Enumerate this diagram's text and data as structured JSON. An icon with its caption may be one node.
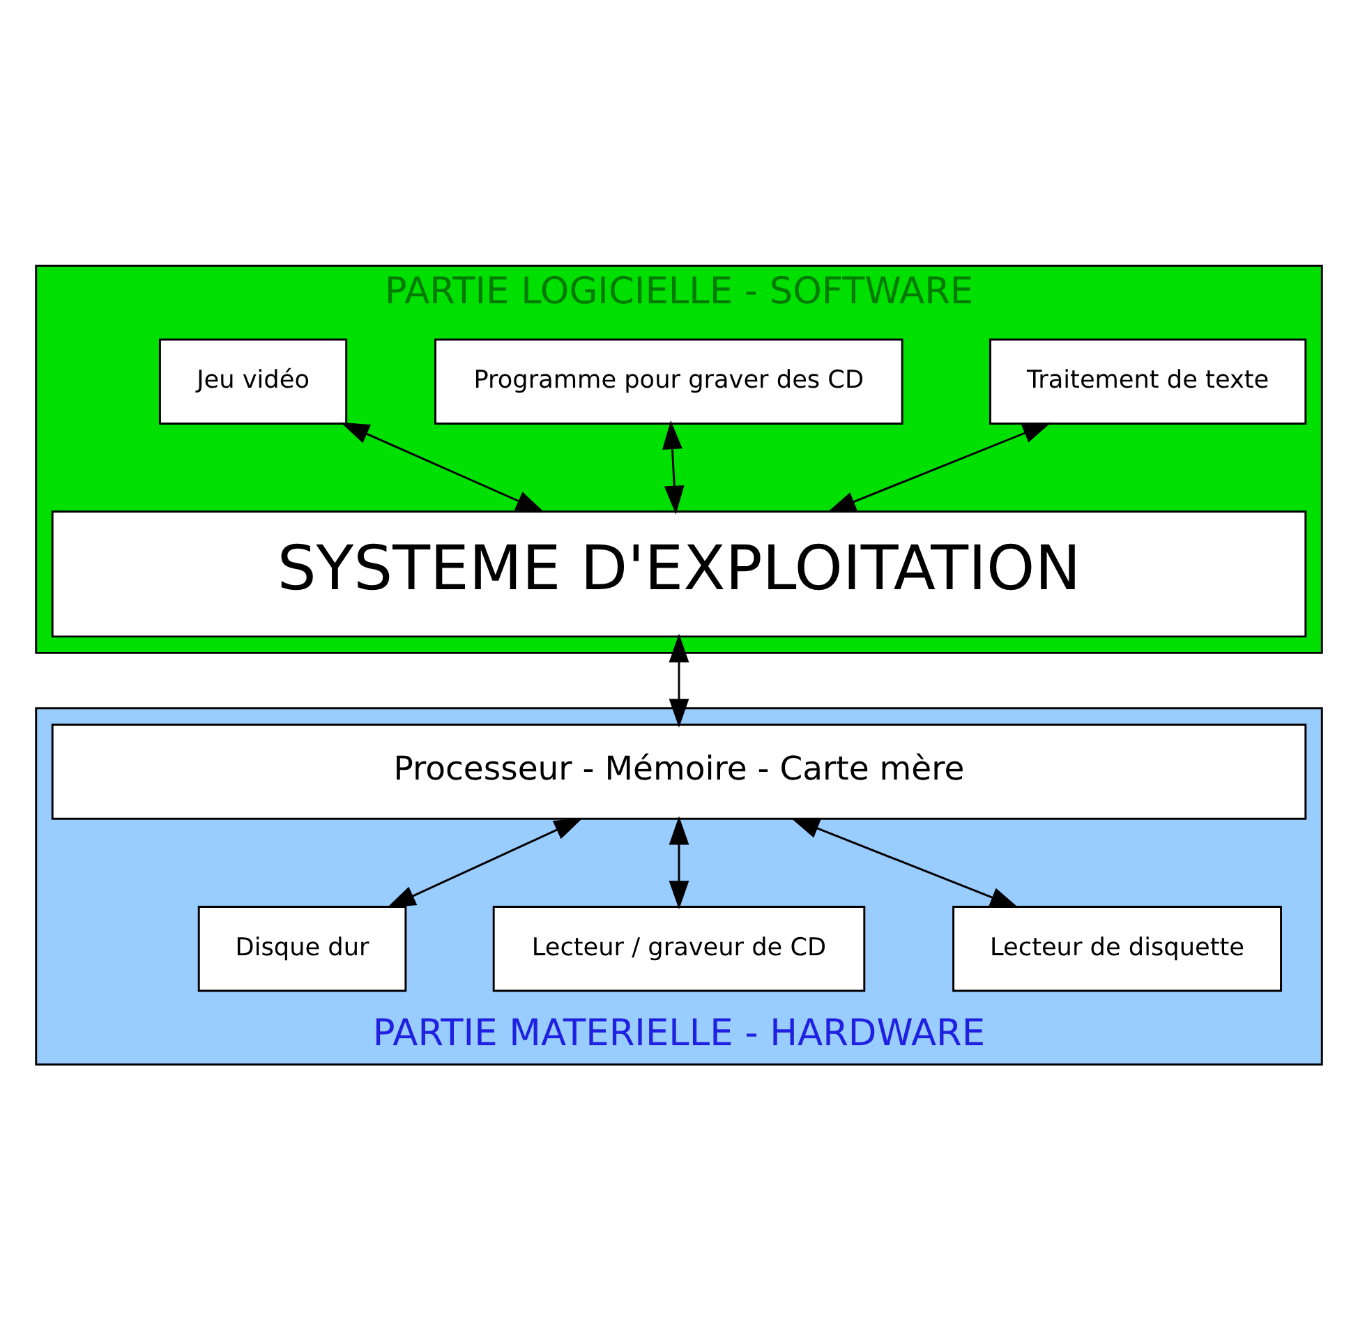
{
  "diagram": {
    "nodes": [
      {
        "text": [
          "PARTIE LOGICIELLE - SOFTWARE"
        ]
      },
      {
        "text": [
          "Traitement de texte"
        ],
        "in": 0
      },
      {
        "text": [
          "Programme pour graver des CD"
        ],
        "in": 0
      },
      {
        "text": [
          "Jeu vidéo"
        ],
        "in": 0
      },
      {
        "text": [
          "SYSTEME D'EXPLOITATION"
        ],
        "in": 0
      },
      {
        "text": [
          "PARTIE MATERIELLE - HARDWARE"
        ]
      },
      {
        "text": [
          "Processeur - Mémoire - Carte mère"
        ],
        "in": 5
      },
      {
        "text": [
          "Disque dur"
        ],
        "in": 5
      },
      {
        "text": [
          "Lecteur / graveur de CD"
        ],
        "in": 5
      },
      {
        "text": [
          "Lecteur de disquette"
        ],
        "in": 5
      }
    ],
    "edges": [
      {
        "from": 1,
        "to": 4,
        "arrow": "both"
      },
      {
        "from": 2,
        "to": 4,
        "arrow": "both"
      },
      {
        "from": 3,
        "to": 4,
        "arrow": "both"
      },
      {
        "from": 4,
        "to": 6,
        "arrow": "both"
      },
      {
        "from": 6,
        "to": 7,
        "arrow": "both"
      },
      {
        "from": 6,
        "to": 8,
        "arrow": "both"
      },
      {
        "from": 6,
        "to": 9,
        "arrow": "both"
      }
    ]
  }
}
